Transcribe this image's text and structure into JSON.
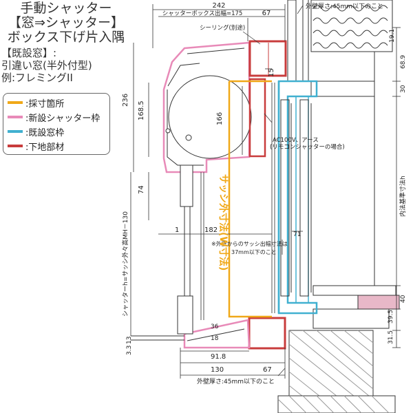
{
  "title_lines": [
    "手動シャッター",
    "【窓⇒シャッター】",
    "ボックス下げ片入隅"
  ],
  "existing_window": {
    "heading": "【既設窓】:",
    "type": "引違い窓(半外付型)",
    "example": "例:フレミングII"
  },
  "legend": [
    {
      "label": ":採寸箇所",
      "color": "#f0a818"
    },
    {
      "label": ":新設シャッター枠",
      "color": "#e88ab8"
    },
    {
      "label": ":既設窓枠",
      "color": "#40b0d0"
    },
    {
      "label": ":下地部材",
      "color": "#c83c3c"
    }
  ],
  "colors": {
    "measure": "#f0a818",
    "new_frame": "#e88ab8",
    "existing_frame": "#40b0d0",
    "base_member": "#c83c3c",
    "line": "#333333"
  },
  "annotations": {
    "top_wall_note": "外壁厚さ:45mm以下のこと",
    "box_width": "シャッターボックス出幅=175",
    "sealing": "シーリング(別途)",
    "power": "AC100V、アース",
    "remote": "(リモコンシャッターの場合)",
    "sash_note_1": "※外壁からのサッシ出幅寸法は",
    "sash_note_2": "37mm以下のこと",
    "bottom_wall_note": "外壁厚さ:45mm以下のこと",
    "sash_size": "サッシ外寸法(W寸法)",
    "inner_height": "内法基準寸法h",
    "shutter_height": "シャッターh=サッシ外々高MH－130"
  },
  "dimensions": {
    "top_242": "242",
    "top_175_67": "67",
    "d236": "236",
    "d168_5": "168.5",
    "d166": "166",
    "d15": "15",
    "d74": "74",
    "d1": "1",
    "d182": "182",
    "d36": "36",
    "d18": "18",
    "d3_3": "3.3",
    "d13": "13",
    "d91_8": "91.8",
    "d130": "130",
    "d67_bottom": "67",
    "d71": "71",
    "d19_1": "19.1",
    "d68_9": "68.9",
    "d30": "30",
    "d40": "40",
    "d39_5": "39.5",
    "d31_5": "31.5"
  }
}
